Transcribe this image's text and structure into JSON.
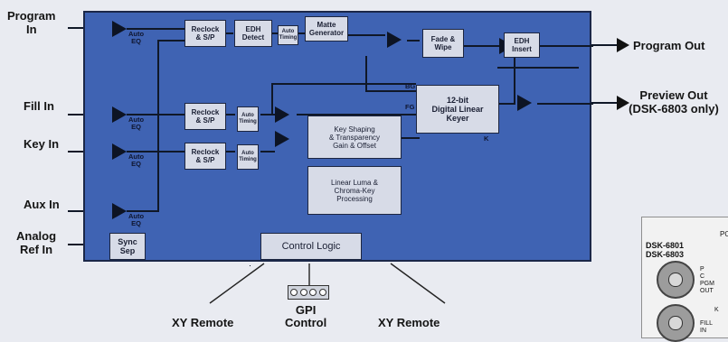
{
  "inputs": {
    "program_in": "Program\nIn",
    "fill_in": "Fill In",
    "key_in": "Key In",
    "aux_in": "Aux In",
    "analog_ref_in": "Analog\nRef In"
  },
  "outputs": {
    "program_out": "Program Out",
    "preview_out": "Preview Out\n(DSK-6803 only)"
  },
  "bottom_labels": {
    "xy_remote_left": "XY Remote",
    "gpi_control": "GPI\nControl",
    "xy_remote_right": "XY Remote"
  },
  "blocks": {
    "reclock_1": "Reclock\n& S/P",
    "edh_detect": "EDH\nDetect",
    "auto_timing_1": "Auto\nTiming",
    "matte_generator": "Matte\nGenerator",
    "fade_wipe": "Fade &\nWipe",
    "edh_insert": "EDH\nInsert",
    "reclock_2": "Reclock\n& S/P",
    "auto_timing_2": "Auto\nTiming",
    "reclock_3": "Reclock\n& S/P",
    "auto_timing_3": "Auto\nTiming",
    "keyer": "12-bit\nDigital Linear\nKeyer",
    "key_shaping": "Key Shaping\n& Transparency\nGain & Offset",
    "linear_luma": "Linear Luma &\nChroma-Key\nProcessing",
    "sync_sep": "Sync\nSep",
    "control_logic": "Control Logic"
  },
  "auto_eq": "Auto\nEQ",
  "signal_tags": {
    "bg": "BG",
    "fg": "FG",
    "k": "K"
  },
  "photo": {
    "model_1": "DSK-6801",
    "model_2": "DSK-6803",
    "tag_po": "PO",
    "tag_pgm": "P\nC\nPGM\nOUT",
    "tag_k": "K",
    "tag_fill": "FILL\nIN"
  }
}
